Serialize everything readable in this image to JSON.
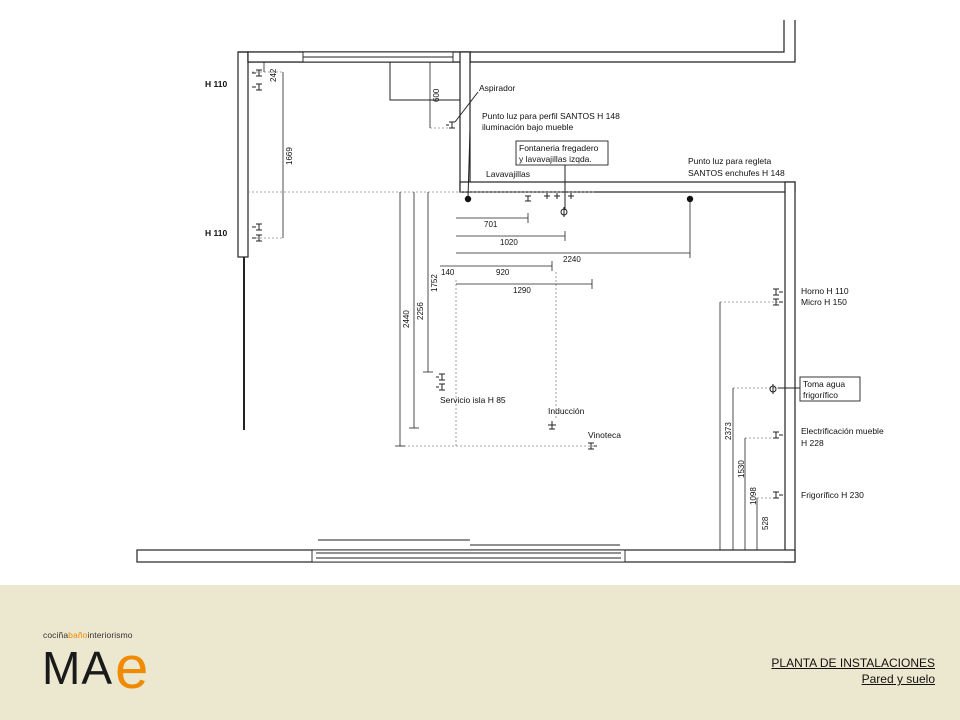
{
  "labels": {
    "h110_top": "H 110",
    "h110_bottom": "H 110",
    "aspirador": "Aspirador",
    "punto_luz_perfil_1": "Punto luz para perfil SANTOS H 148",
    "punto_luz_perfil_2": "iluminación bajo mueble",
    "fontaneria_1": "Fontaneria fregadero",
    "fontaneria_2": "y lavavajillas izqda.",
    "lavavajillas": "Lavavajillas",
    "regleta_1": "Punto luz para regleta",
    "regleta_2": "SANTOS enchufes H 148",
    "horno": "Horno H 110",
    "micro": "Micro H 150",
    "toma_agua_1": "Toma agua",
    "toma_agua_2": "frigorífico",
    "electrificacion_1": "Electrificación mueble",
    "electrificacion_2": "H 228",
    "frigorifico": "Frigorífico H 230",
    "servicio_isla": "Servicio isla H 85",
    "induccion": "Inducción",
    "vinoteca": "Vinoteca"
  },
  "dimensions": {
    "d242": "242",
    "d1669": "1669",
    "d600": "600",
    "d701": "701",
    "d1020": "1020",
    "d2240": "2240",
    "d140": "140",
    "d920": "920",
    "d1290": "1290",
    "d1752": "1752",
    "d2256": "2256",
    "d2440": "2440",
    "d2373": "2373",
    "d1530": "1530",
    "d1098": "1098",
    "d528": "528"
  },
  "brand": {
    "tag_a": "cociña",
    "tag_b": "baño",
    "tag_c": "interiorismo",
    "logo_ma": "MA",
    "logo_e": "e",
    "accent_color": "#f08a00"
  },
  "title": {
    "line1": "PLANTA DE INSTALACIONES",
    "line2": "Pared y suelo"
  }
}
